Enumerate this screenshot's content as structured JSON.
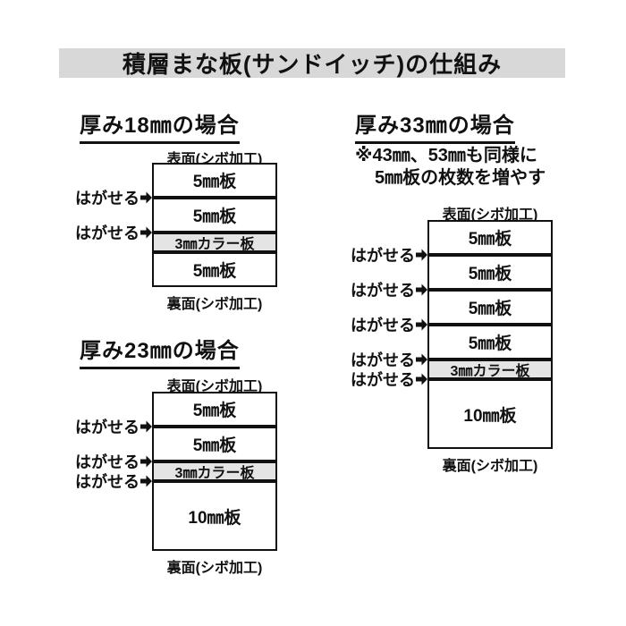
{
  "title": "積層まな板(サンドイッチ)の仕組み",
  "shared": {
    "surface_top": "表面(シボ加工)",
    "surface_bottom": "裏面(シボ加工)",
    "peel": "はがせる"
  },
  "colors": {
    "title_bar_bg": "#d8d8d8",
    "color_board_bg": "#e4e4e4",
    "line": "#111111",
    "background": "#ffffff"
  },
  "diagrams": [
    {
      "heading": "厚み18㎜の場合",
      "thickness_mm": 18,
      "layers": [
        "5㎜板",
        "5㎜板",
        "3㎜カラー板",
        "5㎜板"
      ],
      "peel_arrows": 2
    },
    {
      "heading": "厚み23㎜の場合",
      "thickness_mm": 23,
      "layers": [
        "5㎜板",
        "5㎜板",
        "3㎜カラー板",
        "10㎜板"
      ],
      "peel_arrows": 3
    },
    {
      "heading": "厚み33㎜の場合",
      "thickness_mm": 33,
      "note": [
        "※43㎜、53㎜も同様に",
        "5㎜板の枚数を増やす"
      ],
      "layers": [
        "5㎜板",
        "5㎜板",
        "5㎜板",
        "5㎜板",
        "3㎜カラー板",
        "10㎜板"
      ],
      "peel_arrows": 5
    }
  ]
}
